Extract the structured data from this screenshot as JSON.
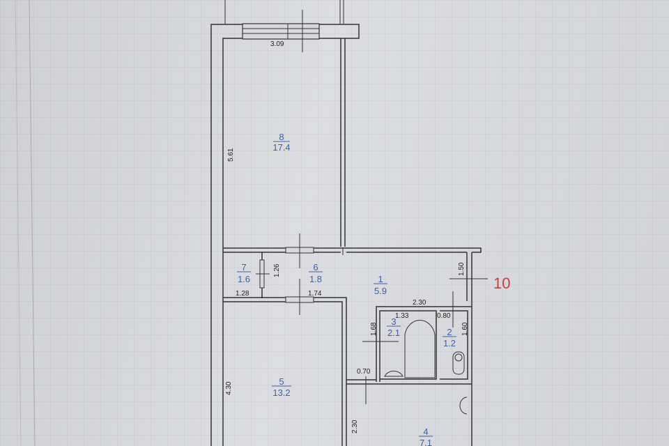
{
  "plan": {
    "apartment_number": "10",
    "accent_color": "#c83c44",
    "rooms": [
      {
        "number": "8",
        "area": "17.4"
      },
      {
        "number": "7",
        "area": "1.6"
      },
      {
        "number": "6",
        "area": "1.8"
      },
      {
        "number": "1",
        "area": "5.9"
      },
      {
        "number": "3",
        "area": "2.1"
      },
      {
        "number": "2",
        "area": "1.2"
      },
      {
        "number": "5",
        "area": "13.2"
      },
      {
        "number": "4",
        "area": "7.1"
      }
    ],
    "dimensions": {
      "room8_width": "3.09",
      "room8_length": "5.61",
      "room7_height": "1.26",
      "room7_width": "1.28",
      "room6_width": "1.74",
      "room1_right": "1.50",
      "bath_block_width": "2.30",
      "bath_width": "1.33",
      "wc_width": "0.80",
      "bath_length": "1.68",
      "wc_length": "1.60",
      "door_width": "0.70",
      "room5_length": "4.30",
      "room4_length": "2.30"
    }
  }
}
